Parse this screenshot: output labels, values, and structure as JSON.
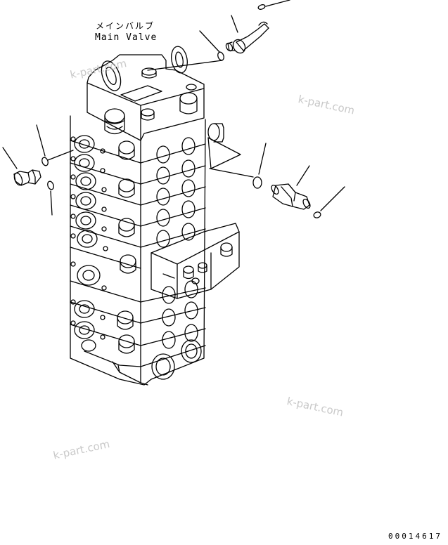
{
  "diagram": {
    "part_label_jp": "メインバルブ",
    "part_label_en": "Main Valve",
    "watermarks": [
      "k-part.com",
      "k-part.com",
      "k-part.com",
      "k-part.com"
    ],
    "reference_number": "00014617"
  }
}
